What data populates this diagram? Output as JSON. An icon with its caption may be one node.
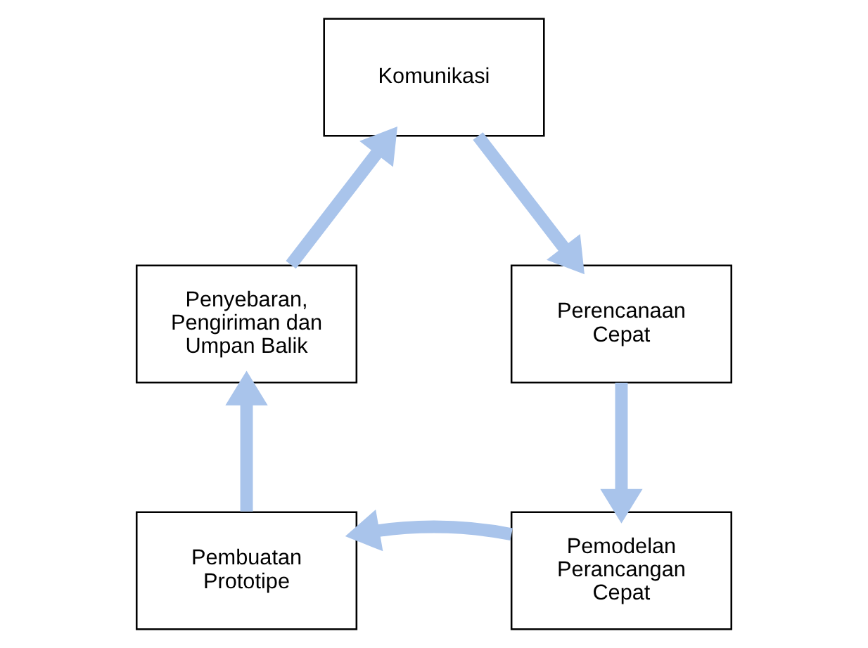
{
  "diagram": {
    "nodes": [
      {
        "text": [
          "Komunikasi"
        ]
      },
      {
        "text": [
          "Perencanaan Cepat"
        ]
      },
      {
        "text": [
          "Pemodelan Perancangan Cepat"
        ]
      },
      {
        "text": [
          "Pembuatan Prototipe"
        ]
      },
      {
        "text": [
          "Penyebaran, Pengiriman dan Umpan Balik"
        ]
      }
    ],
    "edges": [
      {
        "from": 0,
        "to": 1,
        "arrow": "to"
      },
      {
        "from": 1,
        "to": 2,
        "arrow": "to"
      },
      {
        "from": 2,
        "to": 3,
        "arrow": "to"
      },
      {
        "from": 3,
        "to": 4,
        "arrow": "to"
      },
      {
        "from": 4,
        "to": 0,
        "arrow": "to"
      }
    ]
  }
}
